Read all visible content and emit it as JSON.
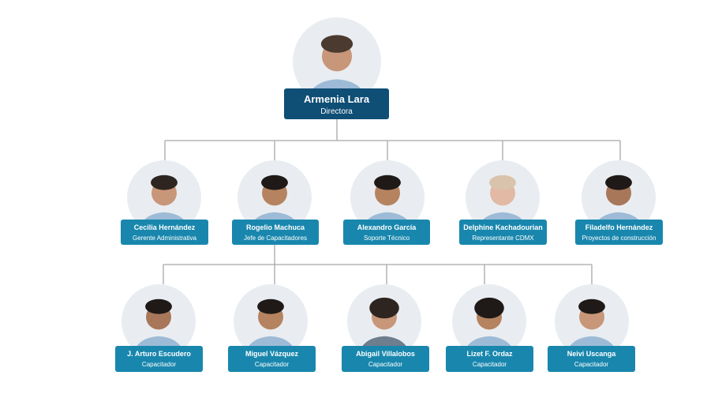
{
  "colors": {
    "director_card": "#0f4e75",
    "staff_card": "#1987ad",
    "connector": "#a8a8a8",
    "photo_bg": "#e9edf1",
    "shirt": "#9dbbd7"
  },
  "director": {
    "name": "Armenia Lara",
    "role": "Directora",
    "photo": "person-icon"
  },
  "managers": [
    {
      "name": "Cecilia Hernández",
      "role": "Gerente Administrativa",
      "photo": "person-icon"
    },
    {
      "name": "Rogelio Machuca",
      "role": "Jefe de Capacitadores",
      "photo": "person-icon"
    },
    {
      "name": "Alexandro García",
      "role": "Soporte Técnico",
      "photo": "person-icon"
    },
    {
      "name": "Delphine Kachadourian",
      "role": "Representante CDMX",
      "photo": "person-icon"
    },
    {
      "name": "Filadelfo Hernández",
      "role": "Proyectos de construcción",
      "photo": "person-icon"
    }
  ],
  "trainers": [
    {
      "name": "J. Arturo Escudero",
      "role": "Capacitador",
      "photo": "person-icon"
    },
    {
      "name": "Miguel Vázquez",
      "role": "Capacitador",
      "photo": "person-icon"
    },
    {
      "name": "Abigail Villalobos",
      "role": "Capacitador",
      "photo": "person-icon"
    },
    {
      "name": "Lizet F. Ordaz",
      "role": "Capacitador",
      "photo": "person-icon"
    },
    {
      "name": "Neivi Uscanga",
      "role": "Capacitador",
      "photo": "person-icon"
    }
  ]
}
